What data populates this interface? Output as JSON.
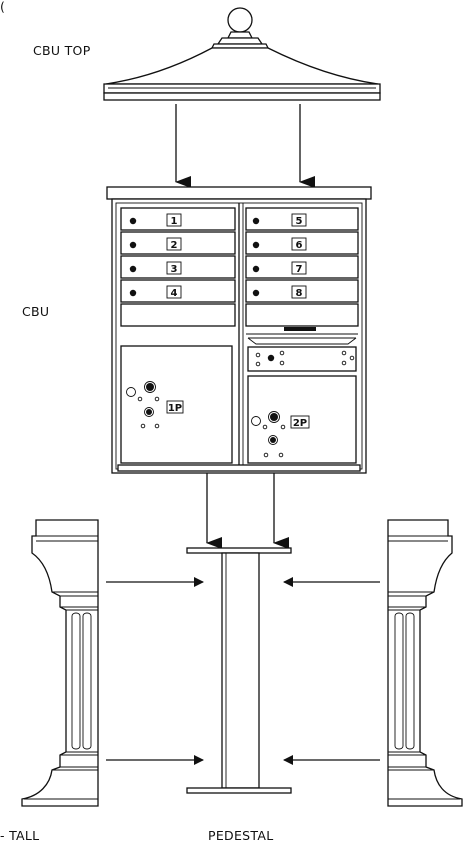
{
  "labels": {
    "cbu_top": "CBU TOP",
    "cbu": "CBU",
    "tall": "- TALL",
    "pedestal": "PEDESTAL",
    "corner_mark": "("
  },
  "compartments": {
    "left_column": [
      "1",
      "2",
      "3",
      "4"
    ],
    "right_column": [
      "5",
      "6",
      "7",
      "8"
    ],
    "parcel_left": "1P",
    "parcel_right": "2P"
  }
}
